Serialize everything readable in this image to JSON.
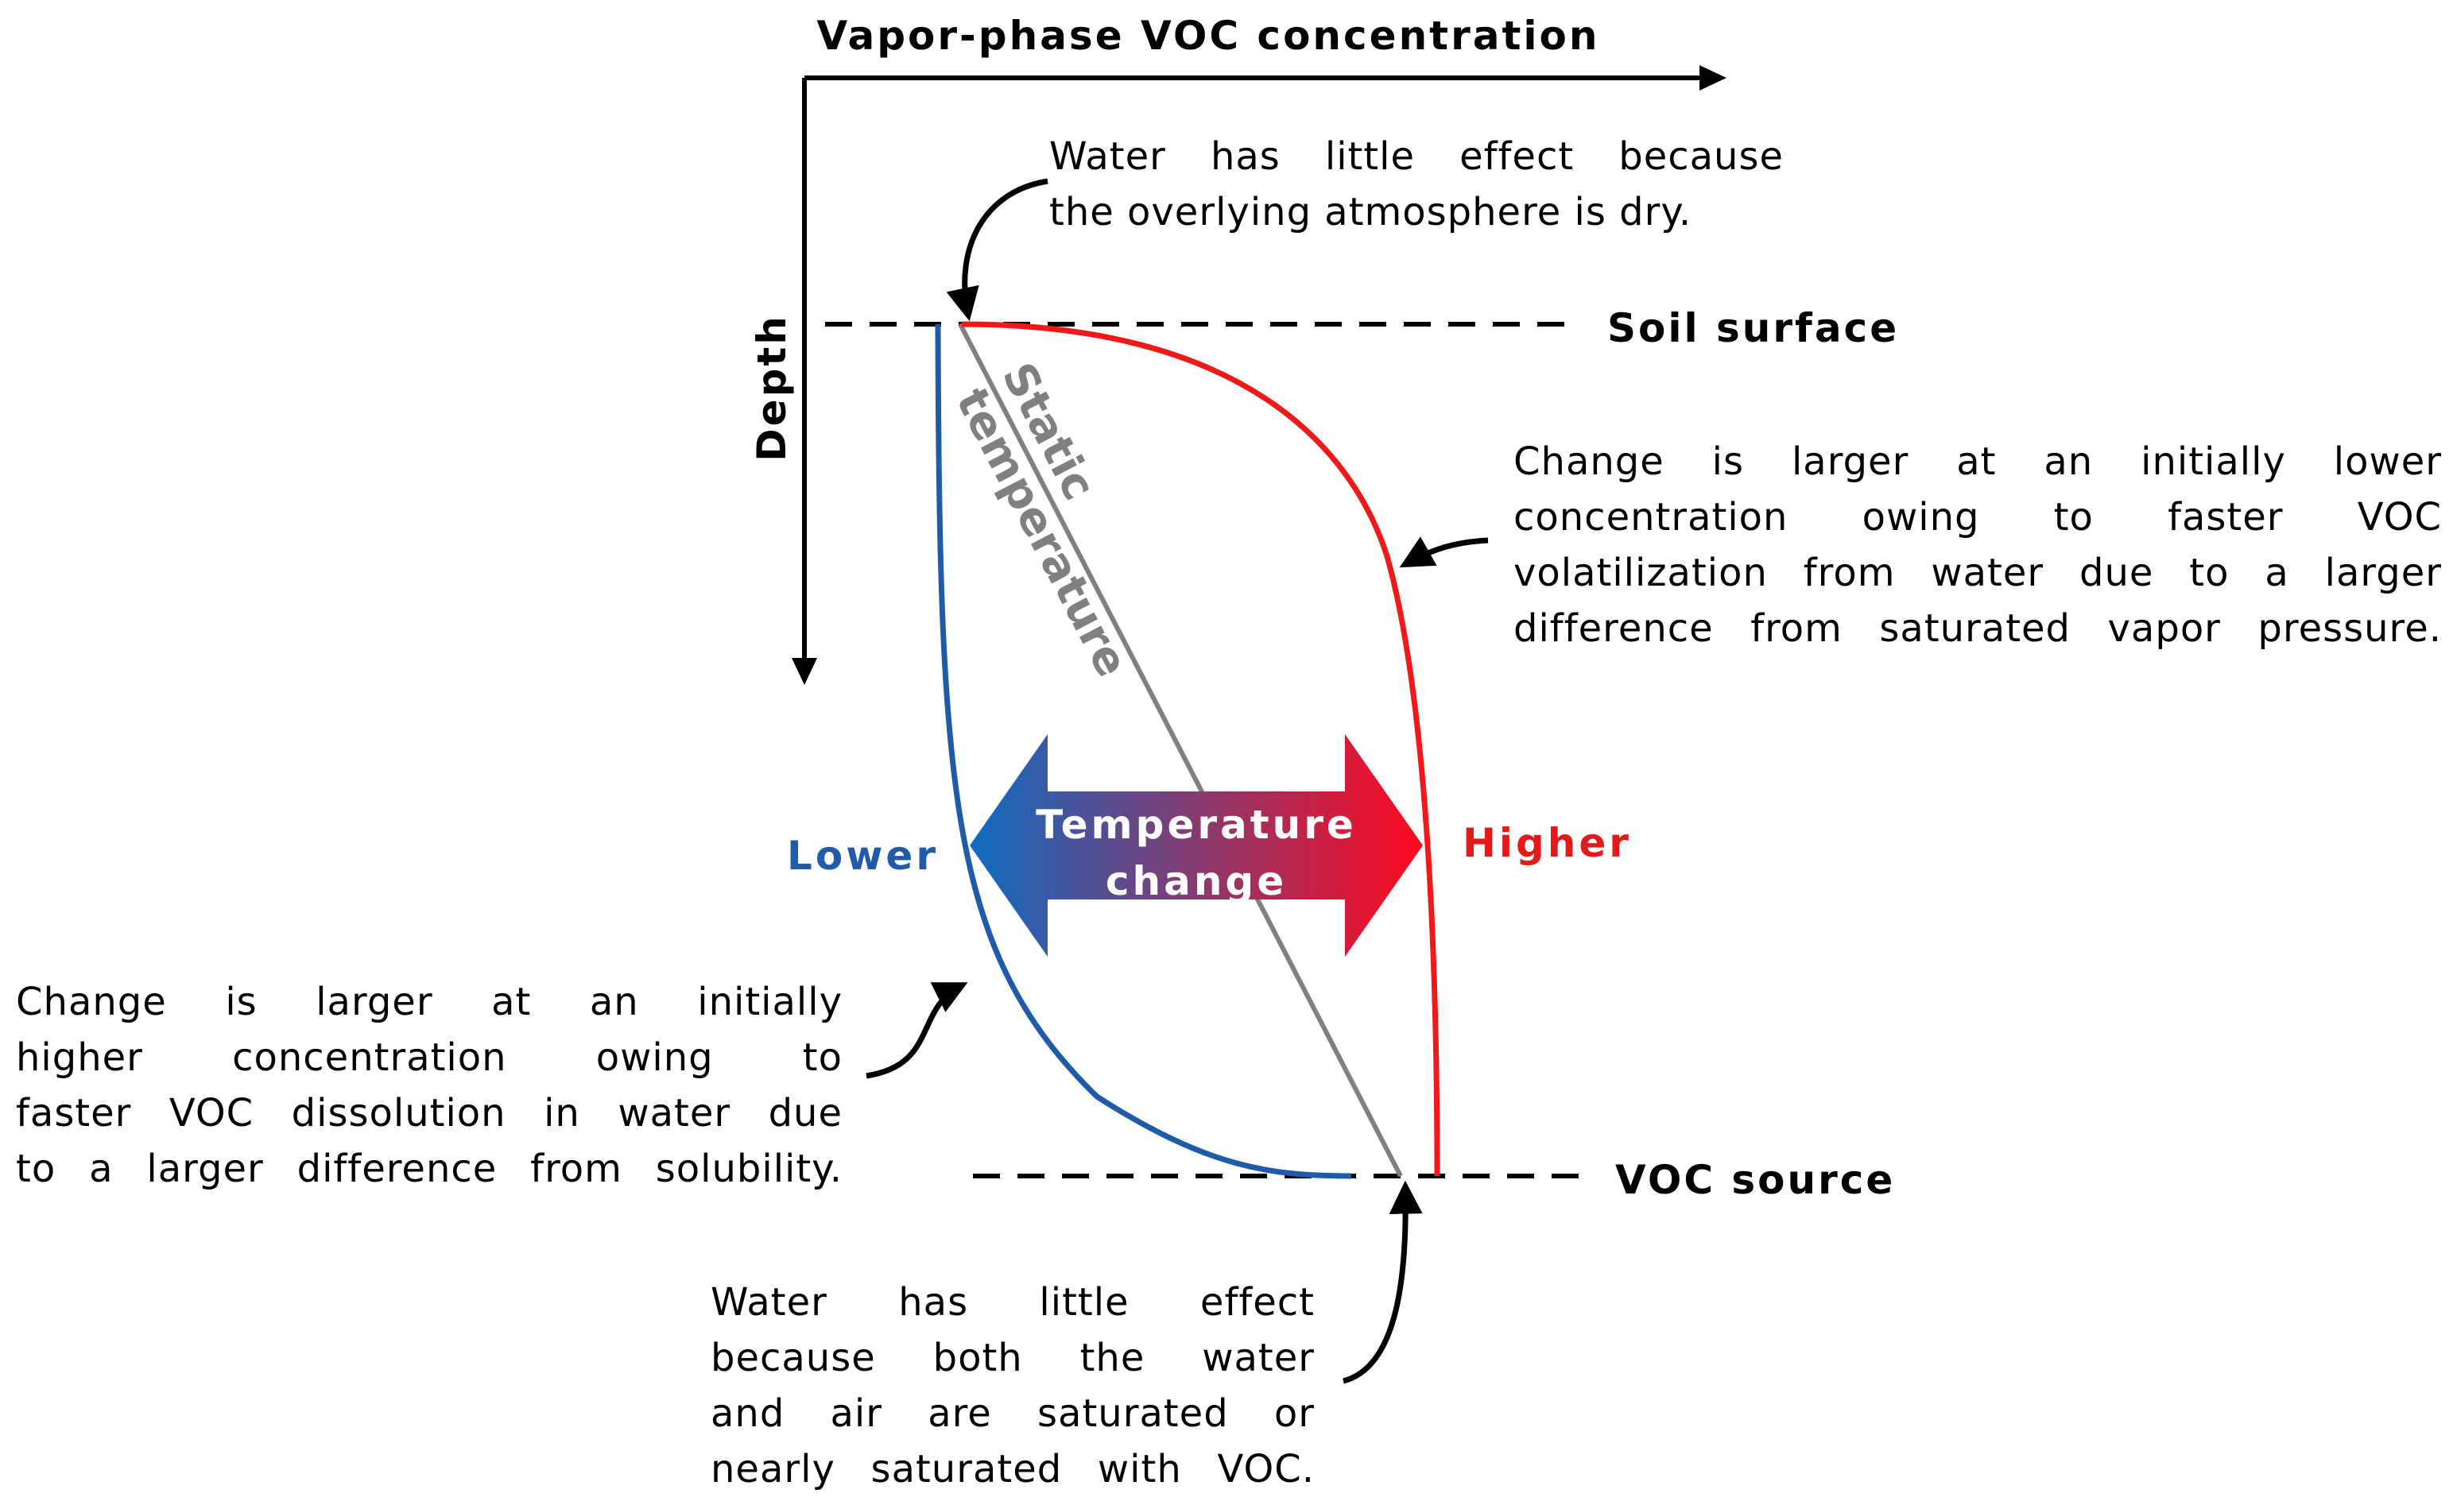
{
  "axes": {
    "x_title": "Vapor-phase VOC concentration",
    "y_title": "Depth"
  },
  "boundaries": {
    "top": "Soil surface",
    "bottom": "VOC source"
  },
  "curves": {
    "static": {
      "label_line1": "Static",
      "label_line2": "temperature",
      "color": "#808080"
    },
    "lower": {
      "label": "Lower",
      "color": "#1F5BA8"
    },
    "higher": {
      "label": "Higher",
      "color": "#F01818"
    }
  },
  "temperature_arrow": {
    "line1": "Temperature",
    "line2": "change",
    "gradient_left": "#0F6BC2",
    "gradient_right": "#FF0A1E"
  },
  "annotations": {
    "top": {
      "lines": [
        "Water has little effect because",
        "the overlying atmosphere is dry."
      ]
    },
    "right": {
      "lines": [
        "Change is larger at an initially lower",
        "concentration owing to faster VOC",
        "volatilization from water due to a larger",
        "difference from saturated vapor pressure."
      ]
    },
    "left": {
      "lines": [
        "Change is larger at an initially",
        "higher concentration owing to",
        "faster VOC dissolution in water due",
        "to a larger difference from solubility."
      ]
    },
    "bottom": {
      "lines": [
        "Water has little effect",
        "because both the water",
        "and air are saturated or",
        "nearly saturated with VOC."
      ]
    }
  }
}
